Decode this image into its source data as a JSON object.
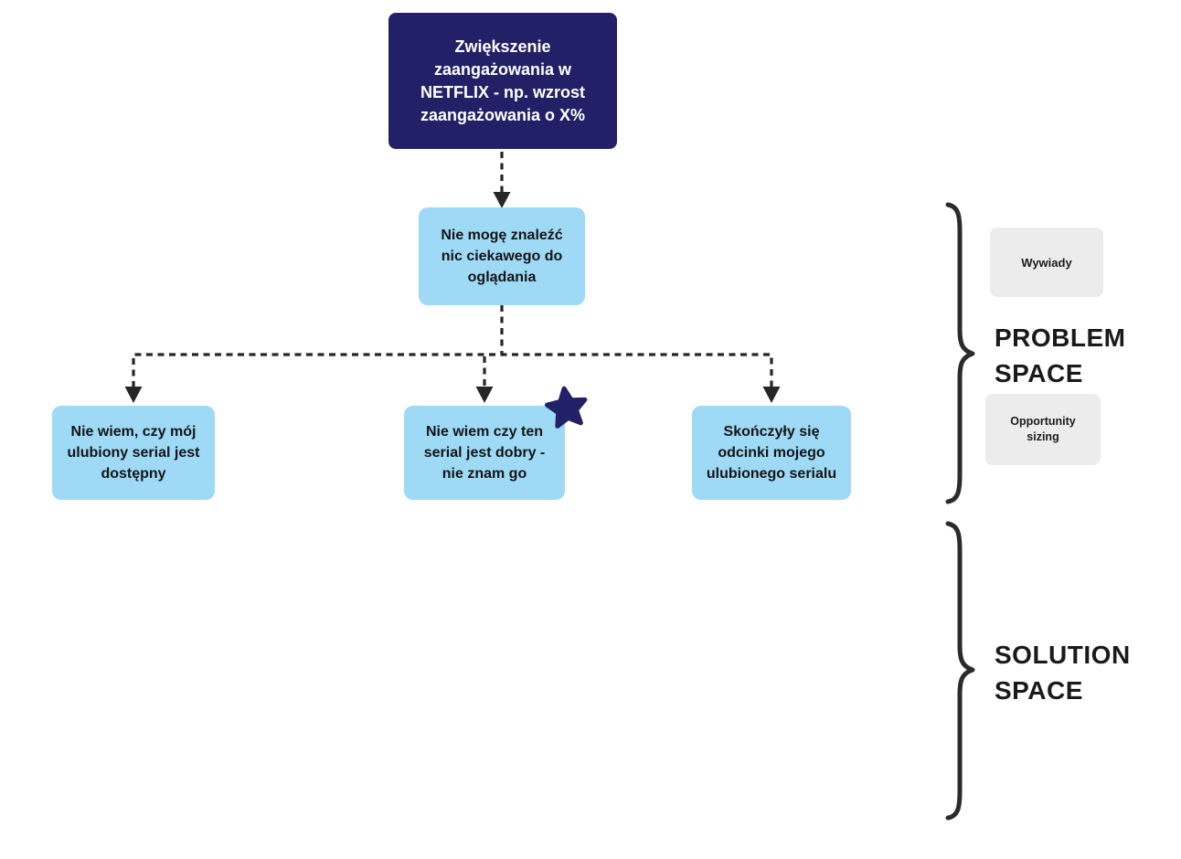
{
  "app": {
    "type": "whiteboard-diagram",
    "background": "#ffffff"
  },
  "colors": {
    "goal_fill": "#222168",
    "goal_text": "#FFFFFF",
    "opportunity_fill": "#9ED9F6",
    "opportunity_text": "#141414",
    "tag_fill": "#ECECEC",
    "connector": "#262626",
    "brace": "#2B2B2B",
    "star": "#222168",
    "label_text": "#1A1A1A"
  },
  "diagram": {
    "goal": {
      "label": "Zwiększenie zaangażowania w NETFLIX - np. wzrost zaangażowania o X%"
    },
    "root": {
      "label": "Nie mogę znaleźć nic ciekawego do oglądania"
    },
    "opportunities": [
      {
        "label": "Nie wiem, czy mój ulubiony serial jest dostępny",
        "starred": false
      },
      {
        "label": "Nie wiem czy ten serial jest dobry - nie znam go",
        "starred": true
      },
      {
        "label": "Skończyły się odcinki mojego ulubionego serialu",
        "starred": false
      }
    ]
  },
  "annotations": {
    "problem_space": {
      "label": "PROBLEM SPACE"
    },
    "solution_space": {
      "label": "SOLUTION SPACE"
    },
    "tags": [
      {
        "label": "Wywiady"
      },
      {
        "label": "Opportunity sizing"
      }
    ]
  }
}
